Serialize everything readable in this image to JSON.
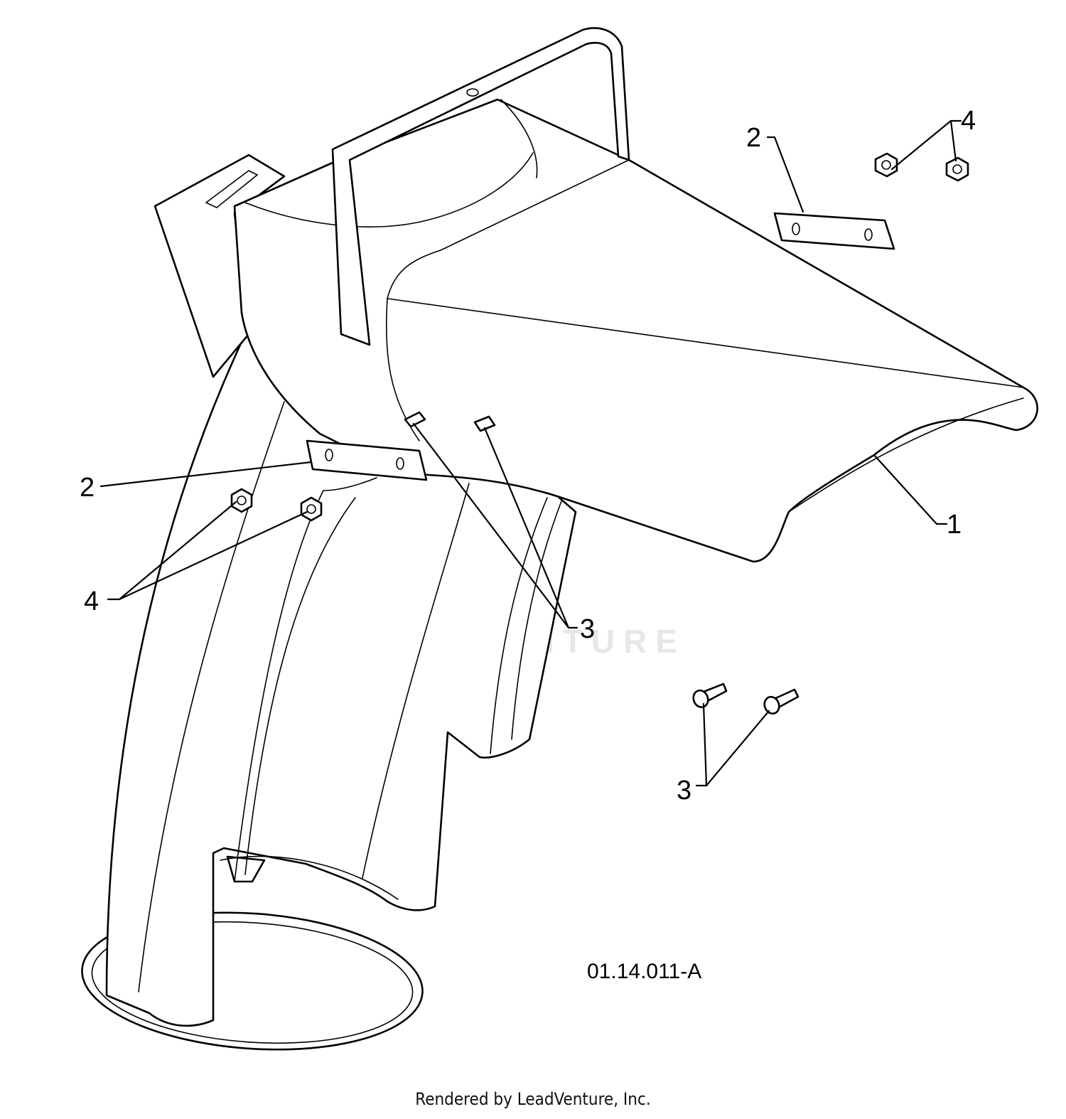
{
  "callouts": {
    "part_1": "1",
    "part_2_top": "2",
    "part_2_left": "2",
    "part_3_middle": "3",
    "part_3_bottom": "3",
    "part_4_top": "4",
    "part_4_left": "4"
  },
  "drawing_id": "01.14.011-A",
  "watermark": "LEADVENTURE",
  "footer": "Rendered by LeadVenture, Inc."
}
